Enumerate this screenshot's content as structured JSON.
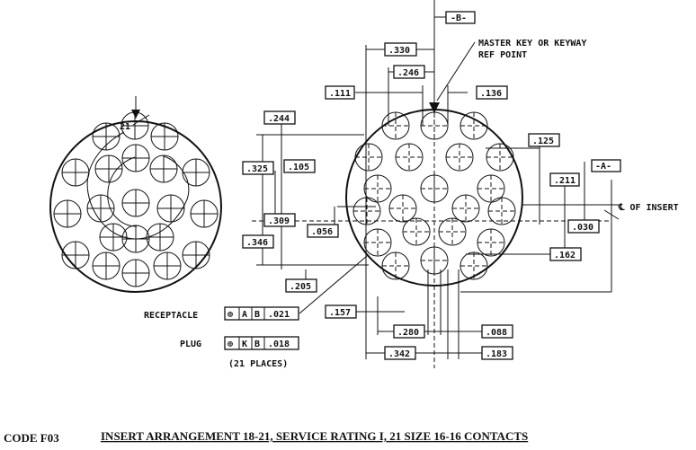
{
  "dimensions": {
    "d330": ".330",
    "d246": ".246",
    "d111": ".111",
    "d136": ".136",
    "d244": ".244",
    "d325": ".325",
    "d105": ".105",
    "d309": ".309",
    "d056": ".056",
    "d346": ".346",
    "d205": ".205",
    "d125": ".125",
    "d211": ".211",
    "d030": ".030",
    "d162": ".162",
    "d157": ".157",
    "d280": ".280",
    "d088": ".088",
    "d342": ".342",
    "d183": ".183",
    "datum_a": "-A-",
    "datum_b": "-B-"
  },
  "view_label": "21",
  "notes": {
    "master_key_1": "MASTER KEY OR KEYWAY",
    "master_key_2": "REF POINT",
    "cl_insert": "℄ OF INSERT",
    "receptacle": "RECEPTACLE",
    "receptacle_tol": "⌀ .021",
    "plug": "PLUG",
    "plug_tol": "⌀ .018",
    "places": "(21 PLACES)"
  },
  "fcf": {
    "receptacle": {
      "position": "⊕",
      "datum1": "A",
      "datum2": "B",
      "tol": ".021"
    },
    "plug": {
      "position": "⊕",
      "datum1": "K",
      "datum2": "B",
      "tol": ".018"
    }
  },
  "caption": {
    "code": "CODE F03",
    "title": "INSERT ARRANGEMENT 18-21, SERVICE RATING I, 21 SIZE 16-16 CONTACTS"
  }
}
